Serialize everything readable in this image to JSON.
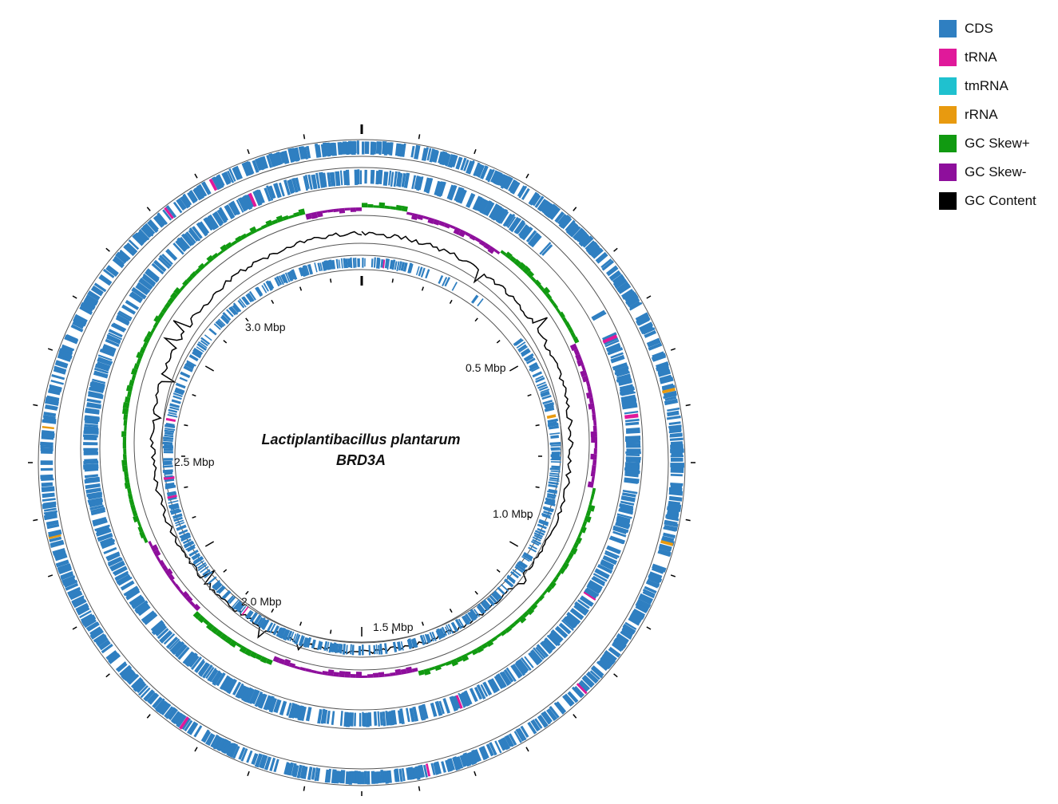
{
  "title": {
    "line1": "Lactiplantibacillus plantarum",
    "line2": "BRD3A"
  },
  "scale_labels": [
    "0.5 Mbp",
    "1.0 Mbp",
    "1.5 Mbp",
    "2.0 Mbp",
    "2.5 Mbp",
    "3.0 Mbp"
  ],
  "legend": [
    {
      "label": "CDS",
      "color": "#2f7fc1"
    },
    {
      "label": "tRNA",
      "color": "#e0199a"
    },
    {
      "label": "tmRNA",
      "color": "#1fc1cf"
    },
    {
      "label": "rRNA",
      "color": "#e89a0f"
    },
    {
      "label": "GC Skew+",
      "color": "#119a11"
    },
    {
      "label": "GC Skew-",
      "color": "#8e0f9c"
    },
    {
      "label": "GC Content",
      "color": "#000000"
    }
  ],
  "colors": {
    "cds": "#2f7fc1",
    "trna": "#e0199a",
    "tmrna": "#1fc1cf",
    "rrna": "#e89a0f",
    "gc_skew_pos": "#119a11",
    "gc_skew_neg": "#8e0f9c",
    "gc_content": "#000000",
    "ring_outline": "#555555"
  }
}
